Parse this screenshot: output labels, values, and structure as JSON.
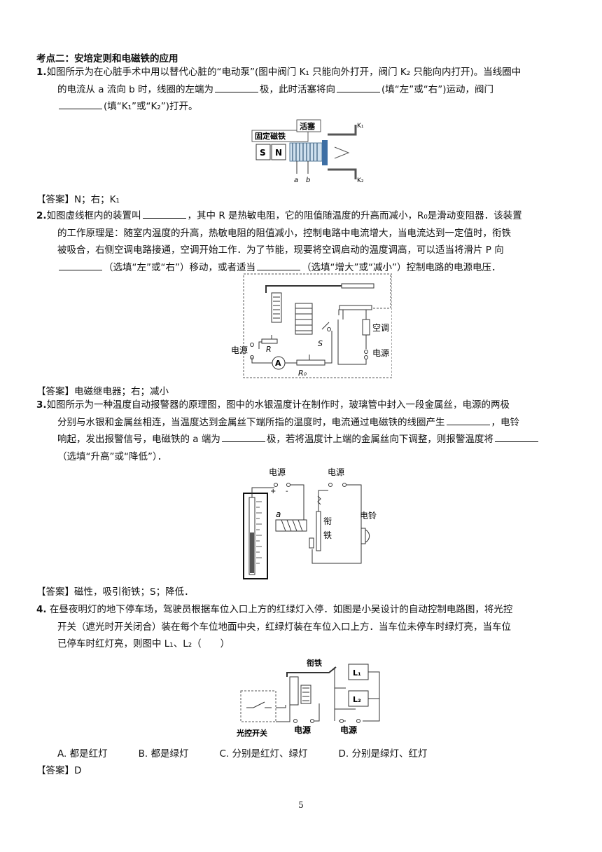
{
  "section_title": "考点二：安培定则和电磁铁的应用",
  "q1": {
    "num": "1.",
    "line1": "如图所示为在心脏手术中用以替代心脏的“电动泵”(图中阀门 K₁ 只能向外打开，阀门 K₂ 只能向内打开)。当线圈中",
    "line2a": "的电流从 a 流向 b 时，线圈的左端为",
    "line2b": "极，此时活塞将向",
    "line2c": "(填“左”或“右”)运动，阀门",
    "line3": "(填“K₁”或“K₂”)打开。",
    "fig_labels": {
      "magnet": "固定磁铁",
      "piston": "活塞",
      "s": "S",
      "n": "N",
      "k1": "K₁",
      "k2": "K₂",
      "a": "a",
      "b": "b"
    },
    "answer": "【答案】N；右；K₁"
  },
  "q2": {
    "num": "2.",
    "line1a": "如图虚线框内的装置叫",
    "line1b": "，其中 R 是热敏电阻，它的阻值随温度的升高而减小，R₀是滑动变阻器．该装置",
    "line2": "的工作原理是：随室内温度的升高，热敏电阻的阻值减小，控制电路中电流增大，当电流达到一定值时，衔铁",
    "line3": "被吸合，右侧空调电路接通，空调开始工作．为了节能，现要将空调启动的温度调高，可以适当将滑片 P 向",
    "line4a": "（选填“左”或“右”）移动，或者适当",
    "line4b": "（选填“增大”或“减小”）控制电路的电源电压．",
    "fig_labels": {
      "power_left": "电源",
      "power_right": "电源",
      "ac": "空调",
      "r": "R",
      "r0": "R₀",
      "s": "S",
      "ammeter": "A"
    },
    "answer": "【答案】电磁继电器；右；减小"
  },
  "q3": {
    "num": "3.",
    "line1": "如图所示为一种温度自动报警器的原理图，图中的水银温度计在制作时，玻璃管中封入一段金属丝，电源的两极",
    "line2a": "分别与水银和金属丝相连，当温度达到金属丝下端所指的温度时，电流通过电磁铁的线圈产生",
    "line2b": "，电铃",
    "line3a": "响起，发出报警信号，电磁铁的 a 端为",
    "line3b": "极，若将温度计上端的金属丝向下调整，则报警温度将",
    "line4": "（选填“升高”或“降低”）．",
    "fig_labels": {
      "power1": "电源",
      "power2": "电源",
      "plus": "+",
      "minus": "-",
      "a": "a",
      "armature": "衔",
      "armature2": "铁",
      "bell": "电铃"
    },
    "answer": "【答案】磁性，吸引衔铁；S；降低．"
  },
  "q4": {
    "num": "4.",
    "line1": "在昼夜明灯的地下停车场，驾驶员根据车位入口上方的红绿灯入停．如图是小吴设计的自动控制电路图，将光控",
    "line2": "开关（遮光时开关闭合）装在每个车位地面中央，红绿灯装在车位入口上方．当车位未停车时绿灯亮，当车位",
    "line3": "已停车时红灯亮，则图中 L₁、L₂（　　）",
    "fig_labels": {
      "armature": "衔铁",
      "l1": "L₁",
      "l2": "L₂",
      "power1": "电源",
      "power2": "电源",
      "switch": "光控开关"
    },
    "choices": [
      "A. 都是红灯",
      "B. 都是绿灯",
      "C. 分别是红灯、绿灯",
      "D. 分别是绿灯、红灯"
    ],
    "answer": "【答案】D"
  },
  "page_number": "5"
}
